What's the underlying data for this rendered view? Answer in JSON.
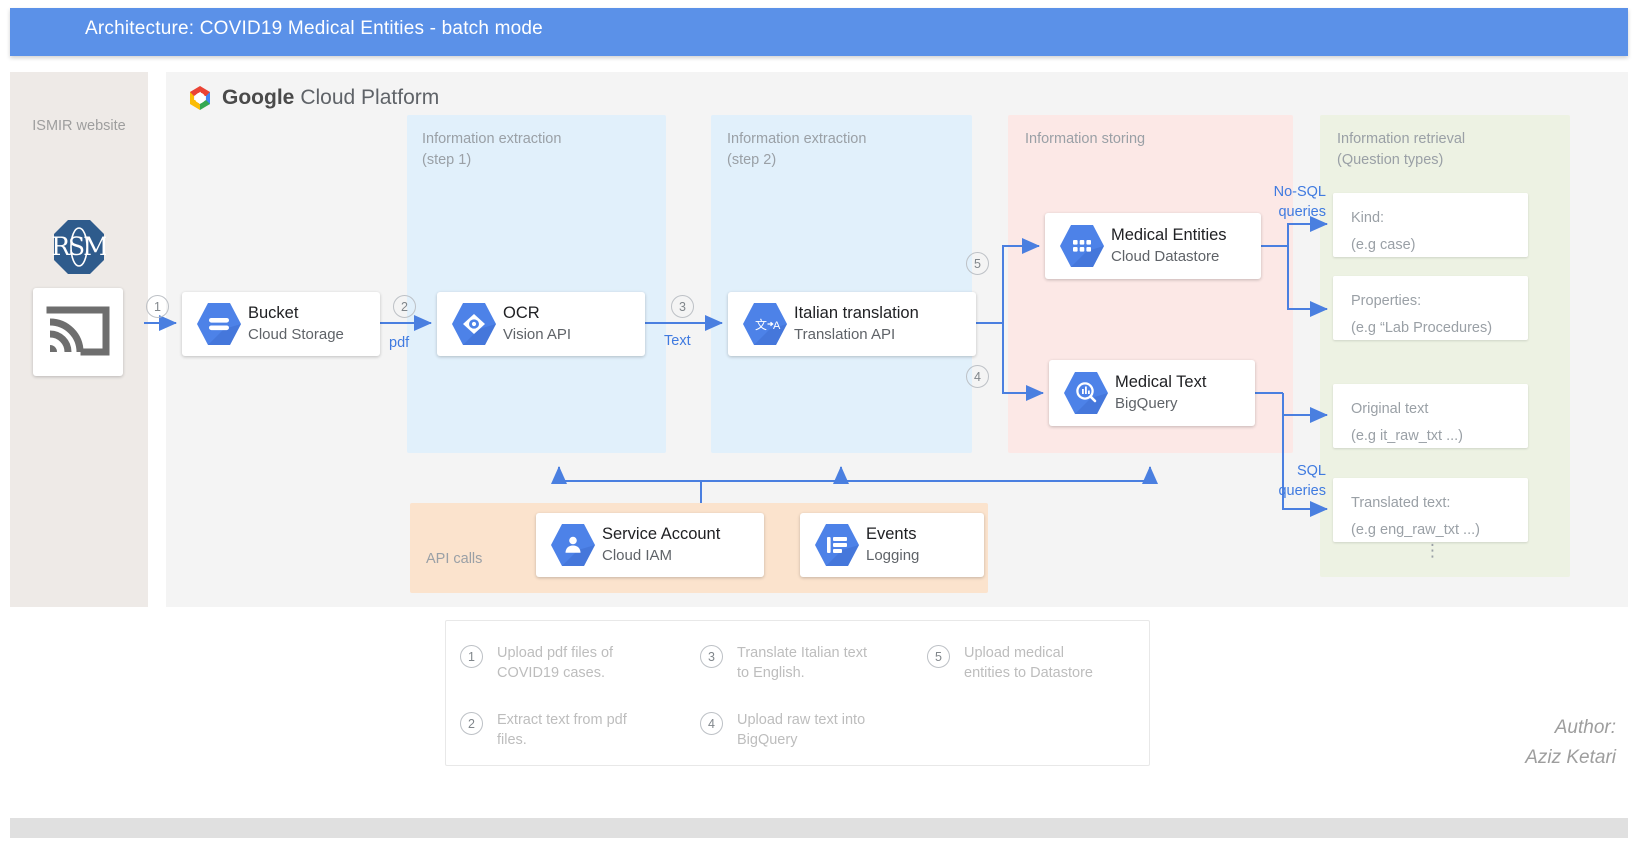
{
  "title": {
    "text": "Architecture: COVID19 Medical Entities - batch mode",
    "bg": "#5b91e8"
  },
  "source": {
    "label": "ISMIR website",
    "logo_icon": "ismir-octagon-logo",
    "screen_icon": "cast-screen-icon"
  },
  "gcp": {
    "brand_bold": "Google",
    "brand_light": "Cloud Platform",
    "logo_icon": "google-cloud-hexagon-logo"
  },
  "panels": {
    "extract1": {
      "title": "Information extraction\n(step 1)",
      "color": "#e1f0fb"
    },
    "extract2": {
      "title": "Information extraction\n(step 2)",
      "color": "#e1f0fb"
    },
    "storing": {
      "title": "Information storing",
      "color": "#fce8e6"
    },
    "retrieval": {
      "title": "Information retrieval\n(Question  types)",
      "color": "#edf2e3"
    },
    "apicalls": {
      "title": "API calls",
      "color": "#fbe3cd"
    }
  },
  "nodes": {
    "bucket": {
      "title": "Bucket",
      "subtitle": "Cloud Storage",
      "icon": "cloud-storage-icon"
    },
    "ocr": {
      "title": "OCR",
      "subtitle": "Vision API",
      "icon": "vision-api-icon"
    },
    "translate": {
      "title": "Italian translation",
      "subtitle": "Translation API",
      "icon": "translation-api-icon"
    },
    "entities": {
      "title": "Medical Entities",
      "subtitle": "Cloud Datastore",
      "icon": "cloud-datastore-icon"
    },
    "bigquery": {
      "title": "Medical Text",
      "subtitle": "BigQuery",
      "icon": "bigquery-icon"
    },
    "iam": {
      "title": "Service Account",
      "subtitle": "Cloud IAM",
      "icon": "cloud-iam-icon"
    },
    "events": {
      "title": "Events",
      "subtitle": "Logging",
      "icon": "logging-icon"
    }
  },
  "retrieval_items": [
    {
      "line1": "Kind:",
      "line2": "(e.g case)"
    },
    {
      "line1": "Properties:",
      "line2": "(e.g “Lab Procedures)"
    },
    {
      "line1": "Original text",
      "line2": "(e.g it_raw_txt ...)"
    },
    {
      "line1": "Translated text:",
      "line2": "(e.g eng_raw_txt ...)"
    }
  ],
  "retrieval_more": "⋮",
  "flow_labels": {
    "pdf": "pdf",
    "text": "Text",
    "nosql": "No-SQL\nqueries",
    "sql": "SQL\nqueries",
    "color": "#3f7ae0"
  },
  "badges": {
    "b1": "1",
    "b2": "2",
    "b3": "3",
    "b4": "4",
    "b5": "5"
  },
  "legend": [
    {
      "num": "1",
      "text": "Upload pdf files of\nCOVID19 cases."
    },
    {
      "num": "2",
      "text": "Extract text from pdf\nfiles."
    },
    {
      "num": "3",
      "text": "Translate Italian text\nto English."
    },
    {
      "num": "4",
      "text": "Upload raw text into\nBigQuery"
    },
    {
      "num": "5",
      "text": "Upload medical\nentities to Datastore"
    }
  ],
  "author": "Author:\nAziz Ketari"
}
